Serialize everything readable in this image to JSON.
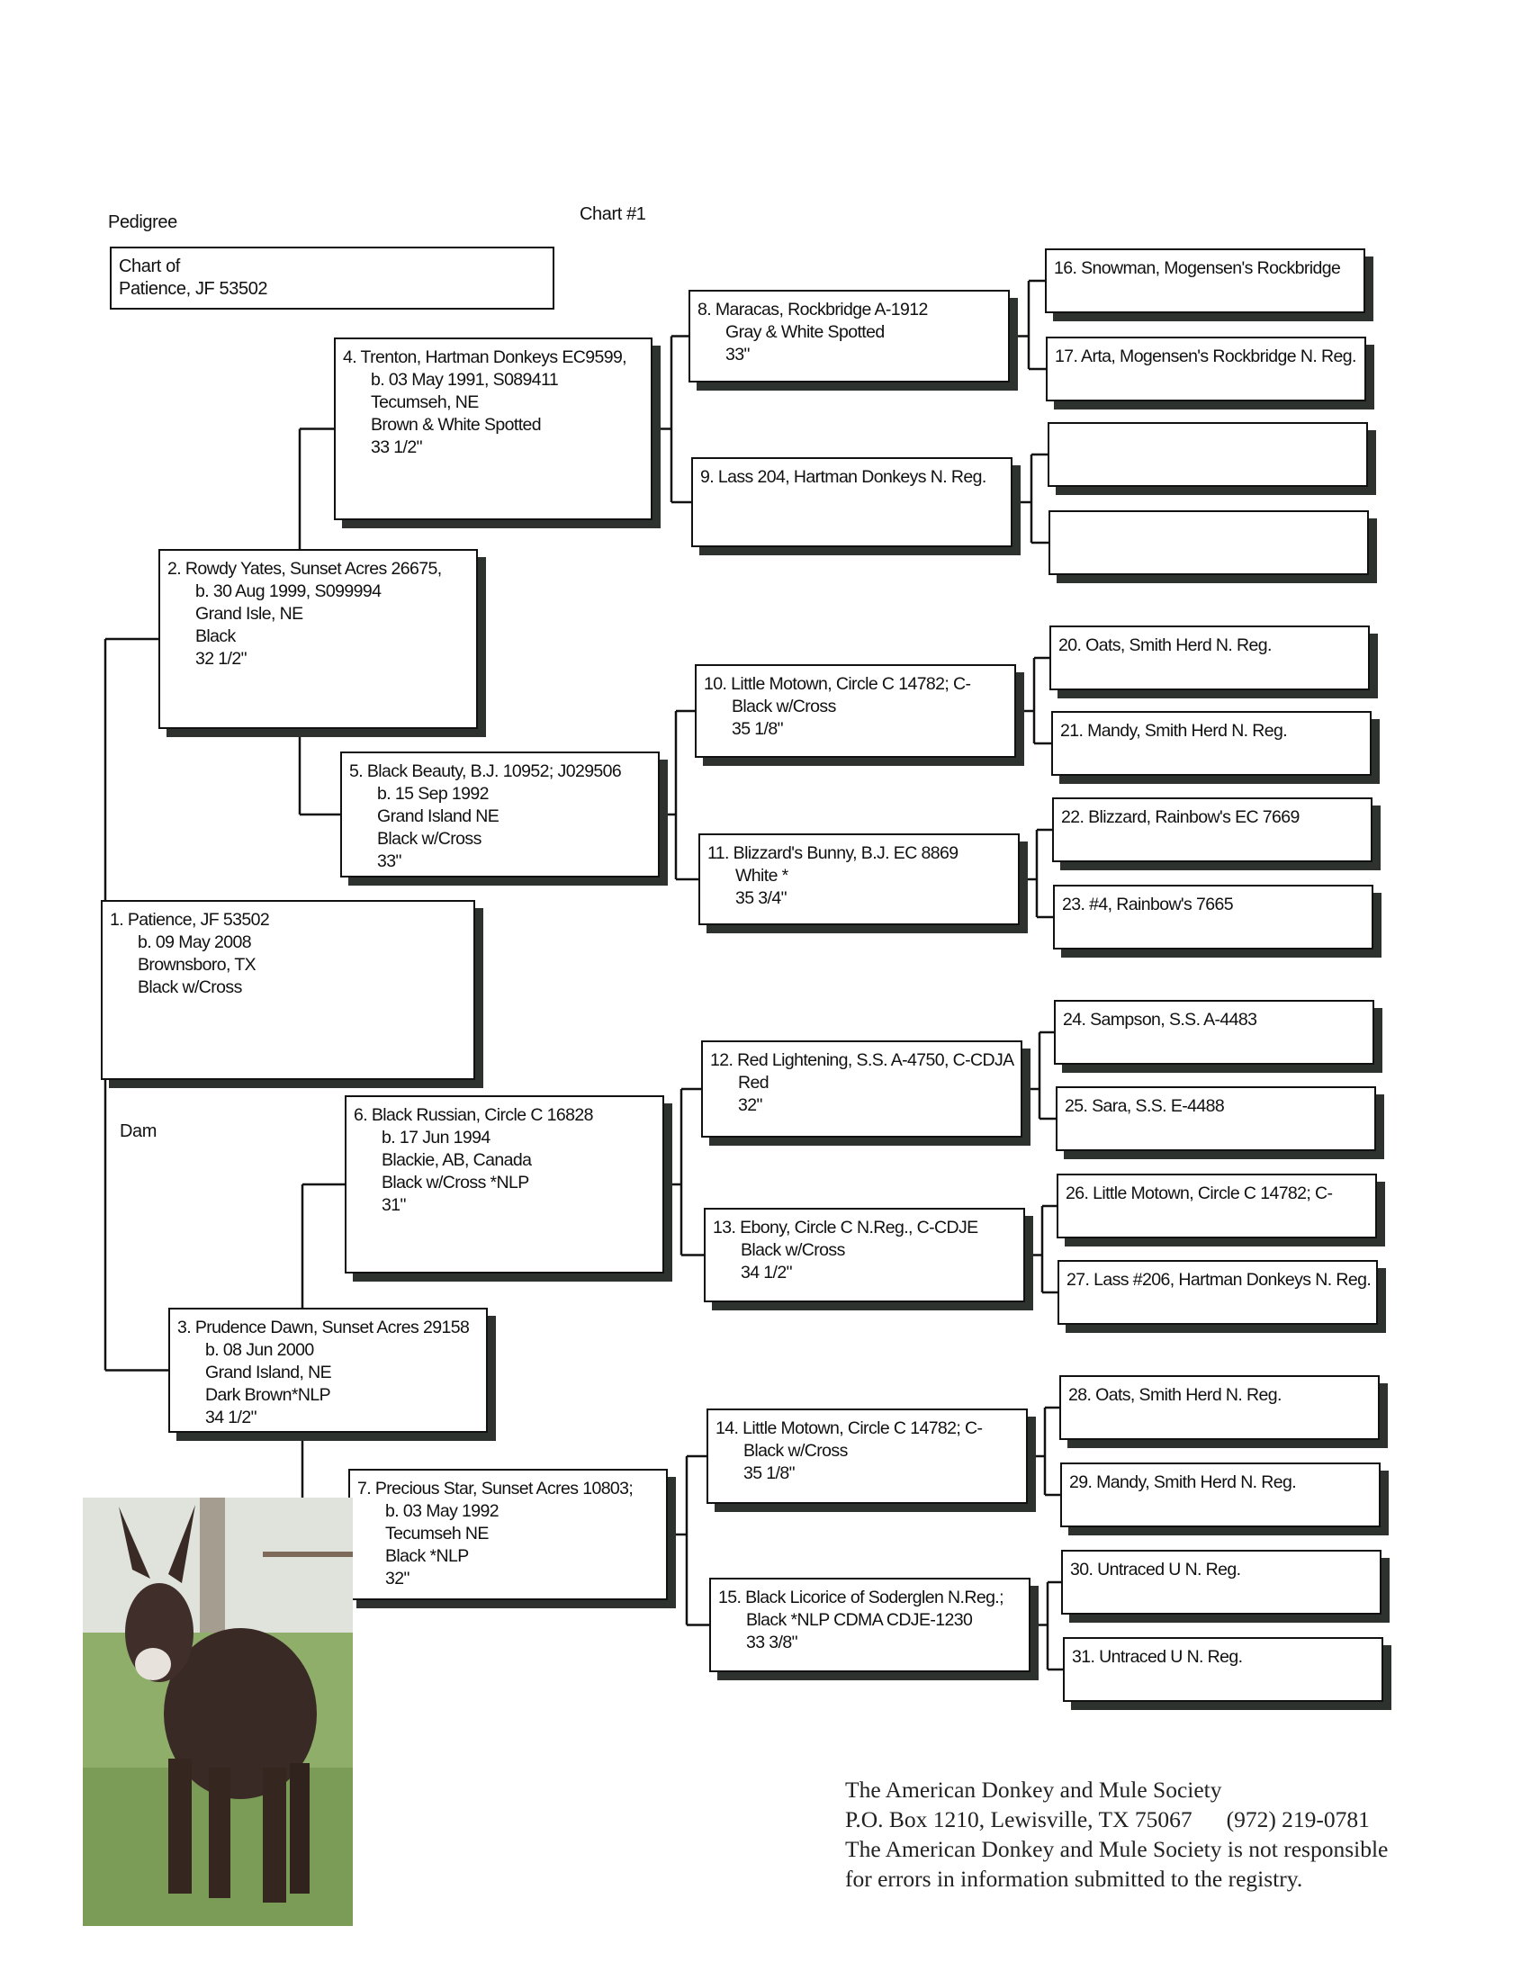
{
  "header": {
    "pedigree_label": "Pedigree",
    "chart_label": "Chart #1",
    "chart_of_line1": "Chart of",
    "chart_of_line2": "Patience, JF 53502"
  },
  "dam_label": "Dam",
  "ancestors": {
    "1": [
      "1. Patience, JF 53502",
      "b. 09 May 2008",
      "Brownsboro, TX",
      "Black w/Cross"
    ],
    "2": [
      "2. Rowdy Yates, Sunset Acres 26675,",
      "b. 30 Aug 1999, S099994",
      "Grand Isle, NE",
      "Black",
      "32 1/2\""
    ],
    "3": [
      "3. Prudence Dawn, Sunset Acres 29158",
      "b. 08 Jun 2000",
      "Grand Island, NE",
      "Dark Brown*NLP",
      "34 1/2\""
    ],
    "4": [
      "4. Trenton, Hartman Donkeys EC9599,",
      "b. 03 May 1991, S089411",
      "Tecumseh, NE",
      "Brown & White Spotted",
      "33 1/2\""
    ],
    "5": [
      "5. Black Beauty, B.J. 10952; J029506",
      "b. 15 Sep 1992",
      "Grand Island NE",
      "Black w/Cross",
      "33\""
    ],
    "6": [
      "6. Black Russian, Circle C 16828",
      "b. 17 Jun 1994",
      "Blackie, AB, Canada",
      "Black w/Cross *NLP",
      "31\""
    ],
    "7": [
      "7. Precious Star, Sunset Acres 10803;",
      "b. 03 May 1992",
      "Tecumseh NE",
      "Black *NLP",
      "32\""
    ],
    "8": [
      "8. Maracas, Rockbridge A-1912",
      "Gray & White Spotted",
      "33\""
    ],
    "9": [
      "9. Lass 204, Hartman Donkeys N. Reg."
    ],
    "10": [
      "10. Little Motown, Circle C 14782; C-",
      "Black w/Cross",
      "35 1/8\""
    ],
    "11": [
      "11. Blizzard's Bunny, B.J. EC 8869",
      "White *",
      "35 3/4\""
    ],
    "12": [
      "12. Red Lightening, S.S. A-4750, C-CDJA",
      "Red",
      "32\""
    ],
    "13": [
      "13. Ebony, Circle C N.Reg.,  C-CDJE",
      "Black w/Cross",
      "34 1/2\""
    ],
    "14": [
      "14. Little Motown, Circle C 14782; C-",
      "Black w/Cross",
      "35 1/8\""
    ],
    "15": [
      "15. Black Licorice of Soderglen N.Reg.;",
      "Black *NLP  CDMA CDJE-1230",
      "33 3/8\""
    ],
    "16": [
      "16. Snowman, Mogensen's Rockbridge"
    ],
    "17": [
      "17. Arta, Mogensen's Rockbridge N. Reg."
    ],
    "18": [],
    "19": [],
    "20": [
      "20. Oats, Smith Herd N. Reg."
    ],
    "21": [
      "21. Mandy, Smith Herd N. Reg."
    ],
    "22": [
      "22. Blizzard, Rainbow's EC 7669"
    ],
    "23": [
      "23. #4, Rainbow's 7665"
    ],
    "24": [
      "24. Sampson, S.S. A-4483"
    ],
    "25": [
      "25. Sara, S.S. E-4488"
    ],
    "26": [
      "26. Little Motown, Circle C 14782; C-"
    ],
    "27": [
      "27. Lass #206, Hartman Donkeys N. Reg."
    ],
    "28": [
      "28. Oats, Smith Herd N. Reg."
    ],
    "29": [
      "29. Mandy, Smith Herd N. Reg."
    ],
    "30": [
      "30. Untraced U N. Reg."
    ],
    "31": [
      "31. Untraced U N. Reg."
    ]
  },
  "footer": {
    "org": "The American Donkey and Mule Society",
    "address": "P.O. Box 1210, Lewisville, TX 75067",
    "phone": "(972) 219-0781",
    "disclaimer1": "The American Donkey and Mule Society is not responsible",
    "disclaimer2": "for errors in information submitted to the registry."
  }
}
